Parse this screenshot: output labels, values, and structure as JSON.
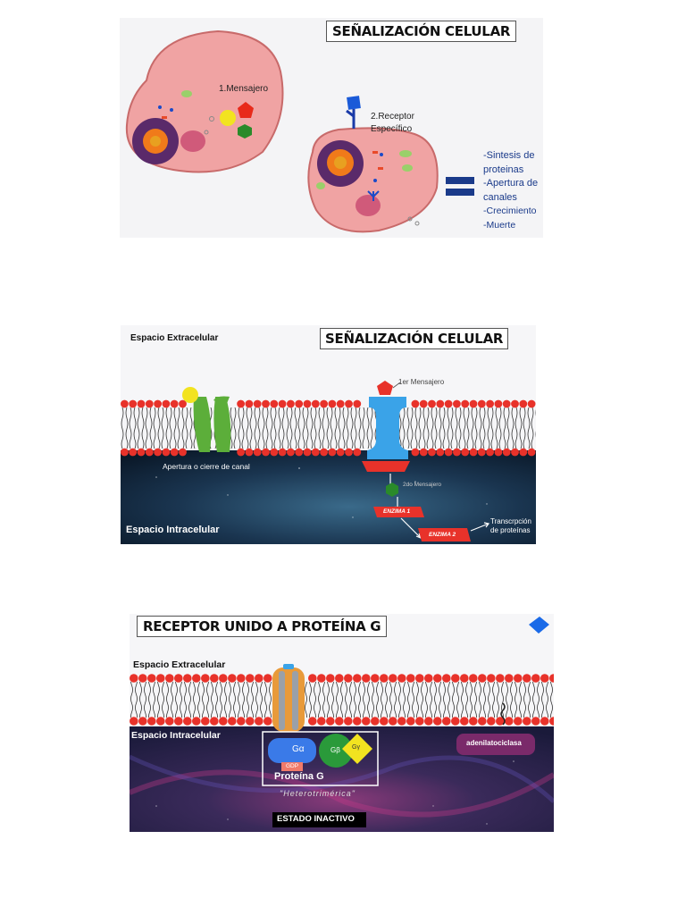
{
  "panel1": {
    "title": "SEÑALIZACIÓN CELULAR",
    "label_messenger": "1.Mensajero",
    "label_receptor_1": "2.Receptor",
    "label_receptor_2": "Específico",
    "outcomes": [
      "-Sintesis de",
      "proteinas",
      "-Apertura de",
      "canales",
      "-Crecimiento",
      "-Muerte"
    ]
  },
  "panel2": {
    "title": "SEÑALIZACIÓN CELULAR",
    "extracellular": "Espacio Extracelular",
    "intracellular": "Espacio Intracelular",
    "channel_label": "Apertura o cierre de canal",
    "first_messenger": "1er Mensajero",
    "second_messenger": "2do Mensajero",
    "enzyme1": "ENZIMA 1",
    "enzyme2": "ENZIMA 2",
    "transcription_1": "Transcrpción",
    "transcription_2": "de proteínas"
  },
  "panel3": {
    "title": "RECEPTOR UNIDO A PROTEÍNA G",
    "extracellular": "Espacio Extracelular",
    "intracellular": "Espacio Intracelular",
    "alpha": "Gα",
    "beta": "Gβ",
    "gamma": "Gγ",
    "gdp": "GDP",
    "protein": "Proteína G",
    "hetero": "\"Heterotrimérica\"",
    "adenylate": "adenilatociclasa",
    "state": "ESTADO INACTIVO"
  },
  "colors": {
    "membrane_head": "#e8322a",
    "receptor_blue": "#3aa3e8",
    "channel_green": "#5cae3a",
    "cell_pink": "#f0a3a3",
    "enzyme_red": "#e83a2a",
    "adenylate_purple": "#7a2a6a",
    "outcome_blue": "#1a3a8a"
  }
}
